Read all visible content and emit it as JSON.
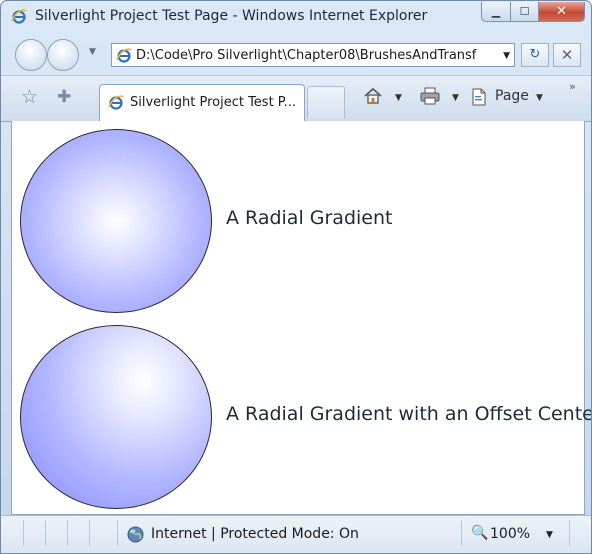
{
  "window": {
    "title": "Silverlight Project Test Page - Windows Internet Explorer",
    "minimize_label": "▁",
    "maximize_label": "☐",
    "close_label": "✕"
  },
  "address_bar": {
    "url": "D:\\Code\\Pro Silverlight\\Chapter08\\BrushesAndTransf",
    "dropdown_glyph": "▼",
    "refresh_glyph": "↻",
    "stop_glyph": "✕"
  },
  "toolbar": {
    "favorites_glyph": "☆",
    "add_favorites_glyph": "✚",
    "tab_label": "Silverlight Project Test P...",
    "page_label": "Page",
    "dropdown_glyph": "▼",
    "more_glyph": "»"
  },
  "content": {
    "label_1": "A Radial Gradient",
    "label_2": "A Radial Gradient with an Offset Center"
  },
  "status_bar": {
    "zone": "Internet | Protected Mode: On",
    "zoom": "100%",
    "zoom_glyph": "🔍",
    "dropdown_glyph": "▼"
  },
  "colors": {
    "gradient_center": "#ffffff",
    "gradient_edge": "#8b92ff",
    "circle_stroke": "#2a2a2a"
  }
}
